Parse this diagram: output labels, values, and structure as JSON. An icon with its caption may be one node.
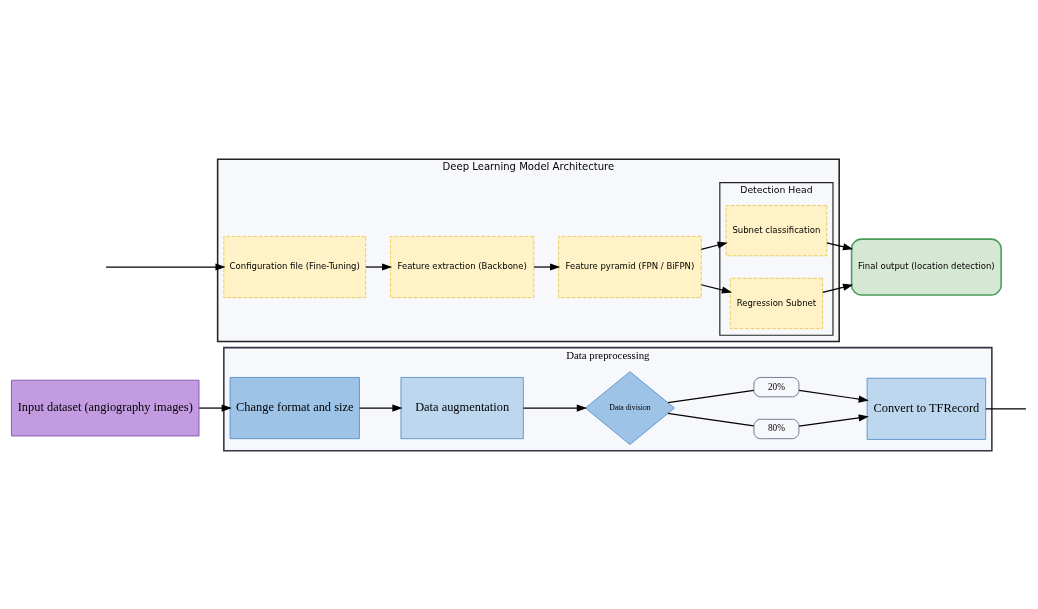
{
  "diagram": {
    "nodes": [
      {
        "text": [
          "Input dataset (angiography images)"
        ]
      },
      {
        "text": [
          "Data preprocessing"
        ]
      },
      {
        "text": [
          "Change format and size"
        ],
        "in": 1
      },
      {
        "text": [
          "Data augmentation"
        ],
        "in": 1
      },
      {
        "text": [
          "Data division"
        ],
        "in": 1
      },
      {
        "text": [
          "80%"
        ],
        "in": 1
      },
      {
        "text": [
          "20%"
        ],
        "in": 1
      },
      {
        "text": [
          "Convert to TFRecord"
        ],
        "in": 1
      },
      {
        "text": [
          "Deep Learning Model Architecture"
        ]
      },
      {
        "text": [
          "Configuration file (Fine-Tuning)"
        ],
        "in": 8
      },
      {
        "text": [
          "Feature extraction (Backbone)"
        ],
        "in": 8
      },
      {
        "text": [
          "Feature pyramid (FPN / BiFPN)"
        ],
        "in": 8
      },
      {
        "text": [
          "Detection Head"
        ],
        "in": 8
      },
      {
        "text": [
          "Subnet classification"
        ],
        "in": 12
      },
      {
        "text": [
          "Regression Subnet"
        ],
        "in": 12
      },
      {
        "text": [
          "Final output (location detection)"
        ]
      }
    ],
    "edges": [
      {
        "from": 0,
        "to": 2,
        "arrow": "to"
      },
      {
        "from": 2,
        "to": 3,
        "arrow": "to"
      },
      {
        "from": 3,
        "to": 4,
        "arrow": "to"
      },
      {
        "from": 4,
        "to": 5,
        "arrow": "none"
      },
      {
        "from": 5,
        "to": 7,
        "arrow": "to"
      },
      {
        "from": 4,
        "to": 6,
        "arrow": "none"
      },
      {
        "from": 6,
        "to": 7,
        "arrow": "to"
      },
      {
        "from": 7,
        "to": null,
        "arrow": "none"
      },
      {
        "from": null,
        "to": 9,
        "arrow": "to"
      },
      {
        "from": 9,
        "to": 10,
        "arrow": "to"
      },
      {
        "from": 10,
        "to": 11,
        "arrow": "to"
      },
      {
        "from": 11,
        "to": 13,
        "arrow": "to"
      },
      {
        "from": 11,
        "to": 14,
        "arrow": "to"
      },
      {
        "from": 13,
        "to": 15,
        "arrow": "to"
      },
      {
        "from": 14,
        "to": 15,
        "arrow": "to"
      }
    ]
  }
}
